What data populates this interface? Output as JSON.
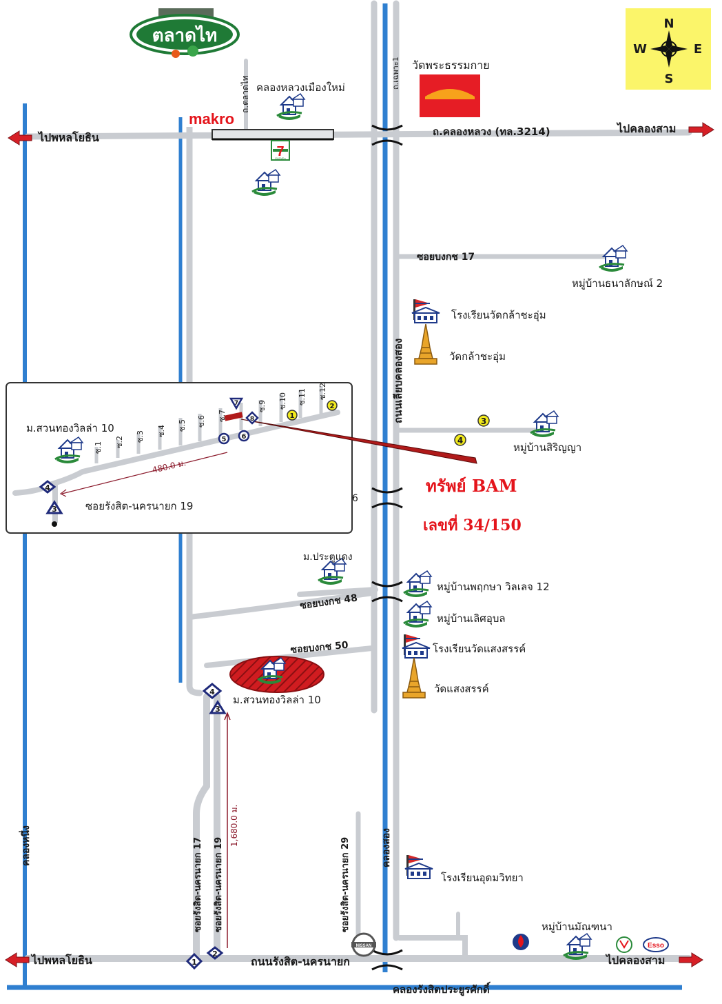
{
  "labels": {
    "talad_thai_logo": "ตลาดไท",
    "makro_logo": "makro",
    "seven_eleven_logo": "7",
    "seven_eleven_sub": "ELEVEn",
    "talad_thai_road": "ถ.ตลาดไท",
    "khlong_luang_muang_mai": "คลองหลวงเมืองใหม่",
    "wat_phra_dhammakaya": "วัดพระธรรมกาย",
    "khlong_1_road": "ถ.เฉพาะ1",
    "to_phahonyothin_top": "ไปพหลโยธิน",
    "khlong_luang_road": "ถ.คลองหลวง (ทล.3214)",
    "to_khlong_sam_top": "ไปคลองสาม",
    "soi_bongkot_17": "ซอยบงกช 17",
    "mooban_thanalak": "หมู่บ้านธนาลักษณ์ 2",
    "school_wat_klachaum": "โรงเรียนวัดกล้าชะอุ่ม",
    "wat_klachaum": "วัดกล้าชะอุ่ม",
    "liab_khlong_song": "ถนนเลียบคลองสอง",
    "mooban_siriya": "หมู่บ้านสิริญญา",
    "inset_suan_thong": "ม.สวนทองวิลล่า 10",
    "inset_distance": "480.0 ม.",
    "inset_soi_rangsit_19": "ซอยรังสิต-นครนายก 19",
    "soi_6_partial": "6",
    "bam_asset": "ทรัพย์ BAM",
    "bam_number": "เลขที่ 34/150",
    "m_pratu_daeng": "ม.ประตูแดง",
    "mooban_pruksa": "หมู่บ้านพฤกษา วิลเลจ 12",
    "soi_bongkot_48": "ซอยบงกช 48",
    "mooban_lert_ubon": "หมู่บ้านเลิศอุบล",
    "soi_bongkot_50": "ซอยบงกช 50",
    "school_wat_saeng_san": "โรงเรียนวัดแสงสรรค์",
    "wat_saeng_san": "วัดแสงสรรค์",
    "suan_thong_main": "ม.สวนทองวิลล่า 10",
    "distance_1680": "1,680.0 ม.",
    "soi_rangsit_17": "ซอยรังสิต-นครนายก 17",
    "soi_rangsit_19": "ซอยรังสิต-นครนายก 19",
    "soi_rangsit_29": "ซอยรังสิต-นครนายก 29",
    "khlong_nueng": "คลองหนึ่ง",
    "khlong_song": "คลองสอง",
    "school_udom": "โรงเรียนอุดมวิทยา",
    "mooban_manthana": "หมู่บ้านมัณฑนา",
    "to_phahonyothin_bottom": "ไปพหลโยธิน",
    "rangsit_nakhon_nayok_road": "ถนนรังสิต-นครนายก",
    "to_khlong_sam_bottom": "ไปคลองสาม",
    "khlong_rangsit": "คลองรังสิตประยูรศักดิ์",
    "esso_logo": "Esso",
    "nissan_logo": "NISSAN"
  },
  "compass": {
    "n": "N",
    "s": "S",
    "e": "E",
    "w": "W"
  },
  "inset_sois": [
    "ซ.1",
    "ซ.2",
    "ซ.3",
    "ซ.4",
    "ซ.5",
    "ซ.6",
    "ซ.7",
    "ซ.9",
    "ซ.10",
    "ซ.11",
    "ซ.12"
  ],
  "markers": {
    "m1": "1",
    "m2": "2",
    "m3": "3",
    "m4": "4",
    "m5": "5",
    "m6": "6",
    "m7": "7",
    "m8": "8"
  },
  "colors": {
    "road": "#c9ccd1",
    "canal": "#2f7fd0",
    "red": "#e4141b",
    "dark_red": "#b01a1a",
    "marker_navy": "#1f2a7a",
    "marker_yellow": "#f2ea1d",
    "compass_bg": "#fbf56a",
    "green": "#2a8a3a"
  }
}
